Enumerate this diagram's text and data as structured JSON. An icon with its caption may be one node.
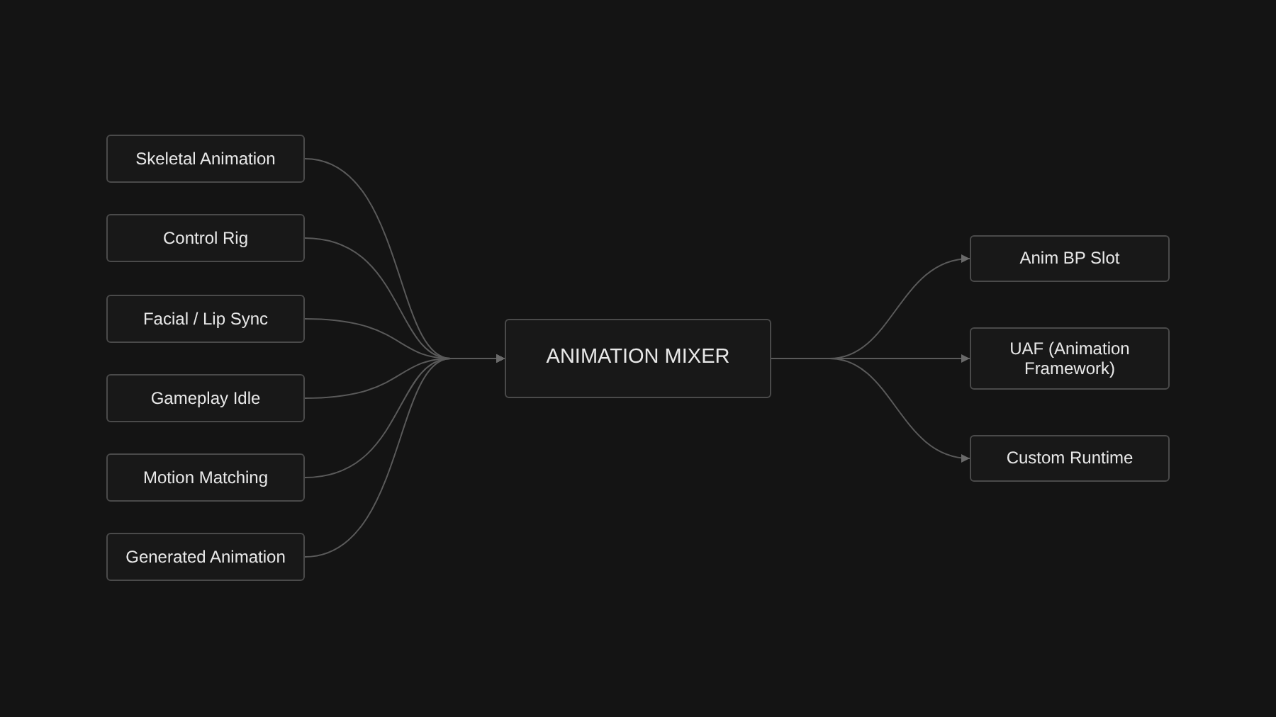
{
  "diagram": {
    "nodes": [
      {
        "text": [
          "Skeletal Animation"
        ]
      },
      {
        "text": [
          "Control Rig"
        ]
      },
      {
        "text": [
          "Facial / Lip Sync"
        ]
      },
      {
        "text": [
          "Gameplay Idle"
        ]
      },
      {
        "text": [
          "Motion Matching"
        ]
      },
      {
        "text": [
          "Generated Animation"
        ]
      },
      {
        "text": [
          "ANIMATION MIXER"
        ]
      },
      {
        "text": [
          "Anim BP Slot"
        ]
      },
      {
        "text": [
          "UAF (Animation Framework)"
        ]
      },
      {
        "text": [
          "Custom Runtime"
        ]
      }
    ],
    "edges": [
      {
        "from": 0,
        "to": 6,
        "arrow": "to"
      },
      {
        "from": 1,
        "to": 6,
        "arrow": "to"
      },
      {
        "from": 2,
        "to": 6,
        "arrow": "to"
      },
      {
        "from": 3,
        "to": 6,
        "arrow": "to"
      },
      {
        "from": 4,
        "to": 6,
        "arrow": "to"
      },
      {
        "from": 5,
        "to": 6,
        "arrow": "to"
      },
      {
        "from": 6,
        "to": 7,
        "arrow": "to"
      },
      {
        "from": 6,
        "to": 8,
        "arrow": "to"
      },
      {
        "from": 6,
        "to": 9,
        "arrow": "to"
      }
    ]
  }
}
